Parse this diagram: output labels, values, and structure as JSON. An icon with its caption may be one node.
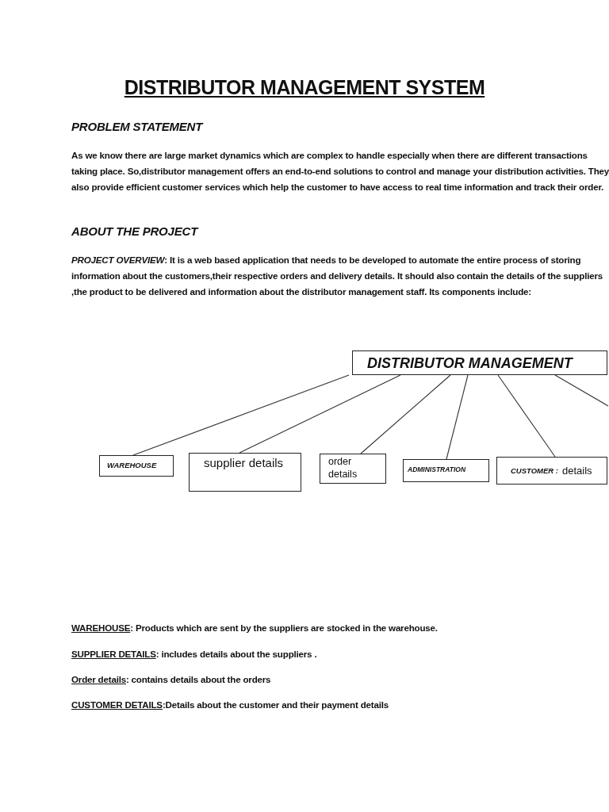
{
  "diagram": {
    "title": "DISTRIBUTOR MANAGEMENT SYSTEM",
    "nodes": [
      {
        "text": [
          "DISTRIBUTOR MANAGEMENT"
        ]
      },
      {
        "text": [
          "WAREHOUSE"
        ]
      },
      {
        "text": [
          "supplier details"
        ]
      },
      {
        "text": [
          "order details"
        ]
      },
      {
        "text": [
          "ADMINISTRATION"
        ]
      },
      {
        "text": [
          "CUSTOMER :",
          "details"
        ]
      }
    ],
    "edges": [
      {
        "from": 0,
        "to": 1,
        "arrow": "none"
      },
      {
        "from": 0,
        "to": 2,
        "arrow": "none"
      },
      {
        "from": 0,
        "to": 3,
        "arrow": "none"
      },
      {
        "from": 0,
        "to": 4,
        "arrow": "none"
      },
      {
        "from": 0,
        "to": 5,
        "arrow": "none"
      },
      {
        "from": 0,
        "to": null,
        "arrow": "none"
      }
    ],
    "labels": [
      "PROBLEM STATEMENT",
      "As we know there are large market dynamics which are complex to handle especially when there are different transactions taking place. So,distributor management offers an end-to-end solutions to control and manage your distribution activities. They also provide efficient customer services which help the customer to have access to real time information and track their order.",
      "ABOUT THE PROJECT",
      "*PROJECT OVERVIEW*: It is a web based application that needs to be developed to automate the entire process of storing information about the customers,their respective orders and delivery details. It should also contain the details of the suppliers ,the product to be delivered and information about the distributor management staff. Its components include:",
      "WAREHOUSE: Products which are sent by the suppliers are stocked in the warehouse.",
      "SUPPLIER DETAILS: includes details about the suppliers .",
      "Order details: contains details about the orders",
      "CUSTOMER DETAILS:Details about the customer and their payment details"
    ]
  }
}
